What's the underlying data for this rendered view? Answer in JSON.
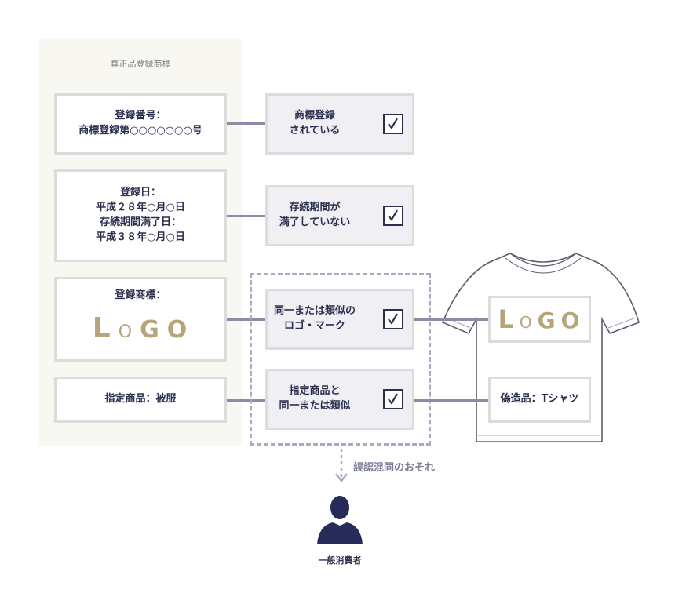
{
  "panel_title": "真正品登録商標",
  "left": {
    "reg_number": [
      "登録番号：",
      "商標登録第○○○○○○○号"
    ],
    "dates": [
      "登録日：",
      "平成２８年○月○日",
      "存続期間満了日：",
      "平成３８年○月○日"
    ],
    "mark_label": "登録商標：",
    "goods": "指定商品：被服"
  },
  "logo": {
    "l": "L",
    "o1": "O",
    "g": "G",
    "o2": "O"
  },
  "checks": {
    "registered": [
      "商標登録",
      "されている"
    ],
    "not_expired": [
      "存続期間が",
      "満了していない"
    ],
    "similar_mark": [
      "同一または類似の",
      "ロゴ・マーク"
    ],
    "similar_goods": [
      "指定商品と",
      "同一または類似"
    ]
  },
  "right": {
    "fake_goods": "偽造品：Tシャツ"
  },
  "confusion_caption": "誤認混同のおそれ",
  "consumer_label": "一般消費者",
  "colors": {
    "navy": "#2b2f4e",
    "gold": "#b6a47a",
    "connector": "#8a8ca8",
    "dashed_border": "#a9abc1",
    "panel_bg": "#f8f7f2"
  }
}
